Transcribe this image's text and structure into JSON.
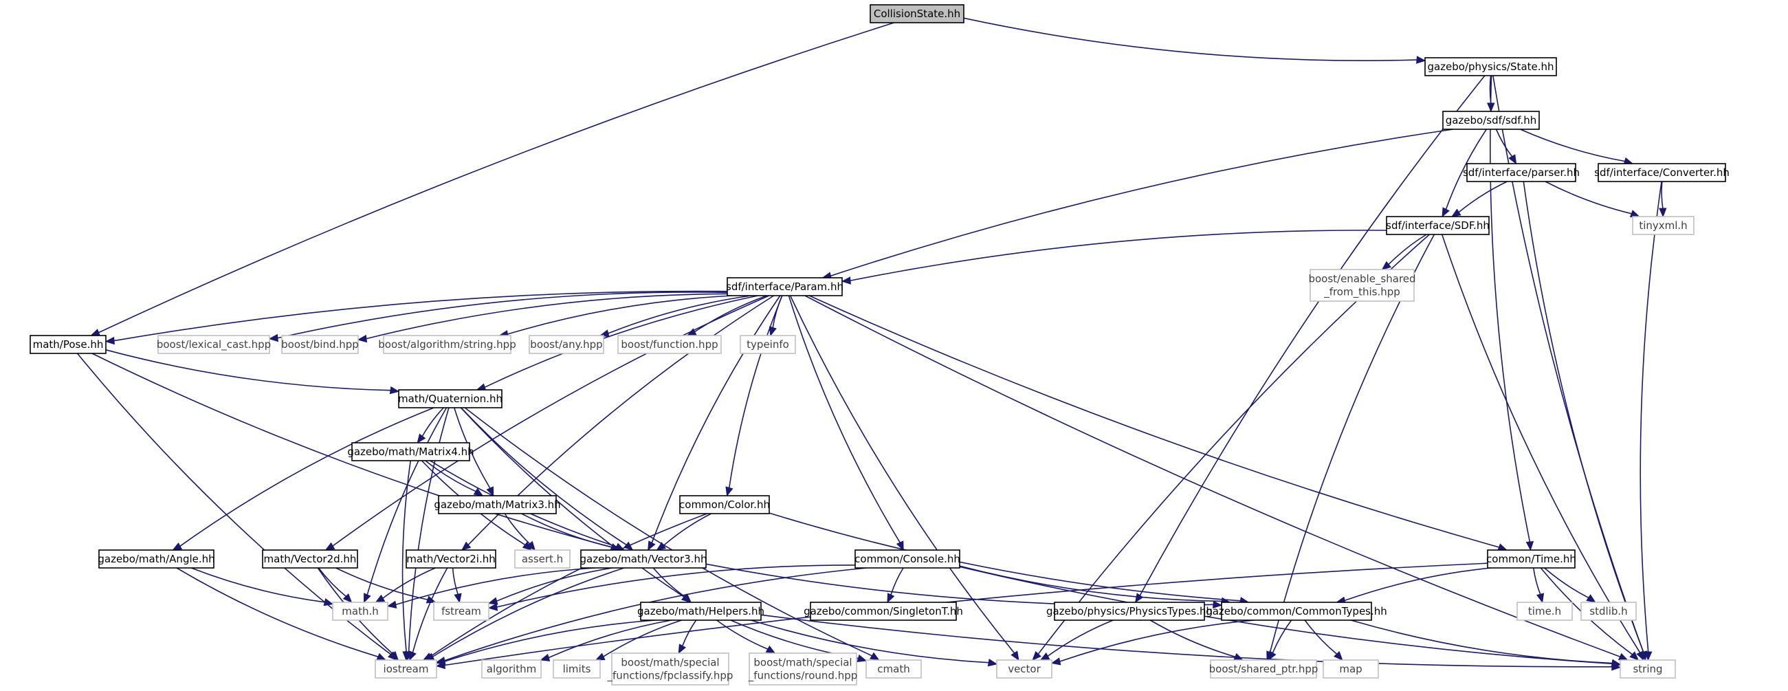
{
  "nodes": [
    {
      "id": "collisionstate",
      "label": [
        "CollisionState.hh"
      ],
      "kind": "root"
    },
    {
      "id": "physics-state",
      "label": [
        "gazebo/physics/State.hh"
      ],
      "kind": "solid"
    },
    {
      "id": "sdf-sdf",
      "label": [
        "gazebo/sdf/sdf.hh"
      ],
      "kind": "solid"
    },
    {
      "id": "parser",
      "label": [
        "sdf/interface/parser.hh"
      ],
      "kind": "solid"
    },
    {
      "id": "converter",
      "label": [
        "sdf/interface/Converter.hh"
      ],
      "kind": "solid"
    },
    {
      "id": "tinyxml",
      "label": [
        "tinyxml.h"
      ],
      "kind": "ext"
    },
    {
      "id": "sdf-iface",
      "label": [
        "sdf/interface/SDF.hh"
      ],
      "kind": "solid"
    },
    {
      "id": "enable-shared",
      "label": [
        "boost/enable_shared",
        "_from_this.hpp"
      ],
      "kind": "ext"
    },
    {
      "id": "param",
      "label": [
        "sdf/interface/Param.hh"
      ],
      "kind": "solid"
    },
    {
      "id": "pose",
      "label": [
        "math/Pose.hh"
      ],
      "kind": "solid"
    },
    {
      "id": "lexical-cast",
      "label": [
        "boost/lexical_cast.hpp"
      ],
      "kind": "ext"
    },
    {
      "id": "boost-bind",
      "label": [
        "boost/bind.hpp"
      ],
      "kind": "ext"
    },
    {
      "id": "algo-string",
      "label": [
        "boost/algorithm/string.hpp"
      ],
      "kind": "ext"
    },
    {
      "id": "boost-any",
      "label": [
        "boost/any.hpp"
      ],
      "kind": "ext"
    },
    {
      "id": "boost-function",
      "label": [
        "boost/function.hpp"
      ],
      "kind": "ext"
    },
    {
      "id": "typeinfo",
      "label": [
        "typeinfo"
      ],
      "kind": "ext"
    },
    {
      "id": "quaternion",
      "label": [
        "math/Quaternion.hh"
      ],
      "kind": "solid"
    },
    {
      "id": "matrix4",
      "label": [
        "gazebo/math/Matrix4.hh"
      ],
      "kind": "solid"
    },
    {
      "id": "matrix3",
      "label": [
        "gazebo/math/Matrix3.hh"
      ],
      "kind": "solid"
    },
    {
      "id": "color",
      "label": [
        "common/Color.hh"
      ],
      "kind": "solid"
    },
    {
      "id": "angle",
      "label": [
        "gazebo/math/Angle.hh"
      ],
      "kind": "solid"
    },
    {
      "id": "vector2d",
      "label": [
        "math/Vector2d.hh"
      ],
      "kind": "solid"
    },
    {
      "id": "vector2i",
      "label": [
        "math/Vector2i.hh"
      ],
      "kind": "solid"
    },
    {
      "id": "assert",
      "label": [
        "assert.h"
      ],
      "kind": "ext"
    },
    {
      "id": "vector3",
      "label": [
        "gazebo/math/Vector3.hh"
      ],
      "kind": "solid"
    },
    {
      "id": "console",
      "label": [
        "common/Console.hh"
      ],
      "kind": "solid"
    },
    {
      "id": "time",
      "label": [
        "common/Time.hh"
      ],
      "kind": "solid"
    },
    {
      "id": "math-h",
      "label": [
        "math.h"
      ],
      "kind": "ext"
    },
    {
      "id": "fstream",
      "label": [
        "fstream"
      ],
      "kind": "ext"
    },
    {
      "id": "singleton",
      "label": [
        "gazebo/common/SingletonT.hh"
      ],
      "kind": "solid"
    },
    {
      "id": "physicstypes",
      "label": [
        "gazebo/physics/PhysicsTypes.hh"
      ],
      "kind": "solid"
    },
    {
      "id": "commontypes",
      "label": [
        "gazebo/common/CommonTypes.hh"
      ],
      "kind": "solid"
    },
    {
      "id": "time-h",
      "label": [
        "time.h"
      ],
      "kind": "ext"
    },
    {
      "id": "stdlib",
      "label": [
        "stdlib.h"
      ],
      "kind": "ext"
    },
    {
      "id": "helpers",
      "label": [
        "gazebo/math/Helpers.hh"
      ],
      "kind": "solid"
    },
    {
      "id": "iostream",
      "label": [
        "iostream"
      ],
      "kind": "ext"
    },
    {
      "id": "algorithm",
      "label": [
        "algorithm"
      ],
      "kind": "ext"
    },
    {
      "id": "limits",
      "label": [
        "limits"
      ],
      "kind": "ext"
    },
    {
      "id": "fpclassify",
      "label": [
        "boost/math/special",
        "_functions/fpclassify.hpp"
      ],
      "kind": "ext"
    },
    {
      "id": "round",
      "label": [
        "boost/math/special",
        "_functions/round.hpp"
      ],
      "kind": "ext"
    },
    {
      "id": "cmath",
      "label": [
        "cmath"
      ],
      "kind": "ext"
    },
    {
      "id": "vector",
      "label": [
        "vector"
      ],
      "kind": "ext"
    },
    {
      "id": "shared-ptr",
      "label": [
        "boost/shared_ptr.hpp"
      ],
      "kind": "ext"
    },
    {
      "id": "map",
      "label": [
        "map"
      ],
      "kind": "ext"
    },
    {
      "id": "string",
      "label": [
        "string"
      ],
      "kind": "ext"
    }
  ],
  "edges": [
    [
      "collisionstate",
      "physics-state"
    ],
    [
      "collisionstate",
      "pose"
    ],
    [
      "physics-state",
      "sdf-sdf"
    ],
    [
      "physics-state",
      "physicstypes"
    ],
    [
      "physics-state",
      "time"
    ],
    [
      "physics-state",
      "string"
    ],
    [
      "sdf-sdf",
      "parser"
    ],
    [
      "sdf-sdf",
      "converter"
    ],
    [
      "sdf-sdf",
      "sdf-iface"
    ],
    [
      "sdf-sdf",
      "param"
    ],
    [
      "parser",
      "sdf-iface"
    ],
    [
      "parser",
      "tinyxml"
    ],
    [
      "parser",
      "string"
    ],
    [
      "converter",
      "tinyxml"
    ],
    [
      "converter",
      "string"
    ],
    [
      "sdf-iface",
      "param"
    ],
    [
      "sdf-iface",
      "enable-shared"
    ],
    [
      "sdf-iface",
      "vector"
    ],
    [
      "sdf-iface",
      "shared-ptr"
    ],
    [
      "sdf-iface",
      "string"
    ],
    [
      "param",
      "pose"
    ],
    [
      "param",
      "lexical-cast"
    ],
    [
      "param",
      "boost-bind"
    ],
    [
      "param",
      "algo-string"
    ],
    [
      "param",
      "boost-any"
    ],
    [
      "param",
      "boost-function"
    ],
    [
      "param",
      "typeinfo"
    ],
    [
      "param",
      "quaternion"
    ],
    [
      "param",
      "vector3"
    ],
    [
      "param",
      "vector2d"
    ],
    [
      "param",
      "vector2i"
    ],
    [
      "param",
      "color"
    ],
    [
      "param",
      "console"
    ],
    [
      "param",
      "time"
    ],
    [
      "param",
      "vector"
    ],
    [
      "param",
      "string"
    ],
    [
      "pose",
      "quaternion"
    ],
    [
      "pose",
      "vector3"
    ],
    [
      "pose",
      "iostream"
    ],
    [
      "quaternion",
      "matrix4"
    ],
    [
      "quaternion",
      "matrix3"
    ],
    [
      "quaternion",
      "angle"
    ],
    [
      "quaternion",
      "vector3"
    ],
    [
      "quaternion",
      "math-h"
    ],
    [
      "quaternion",
      "helpers"
    ],
    [
      "quaternion",
      "iostream"
    ],
    [
      "quaternion",
      "cmath"
    ],
    [
      "matrix4",
      "matrix3"
    ],
    [
      "matrix4",
      "vector3"
    ],
    [
      "matrix4",
      "assert"
    ],
    [
      "matrix4",
      "iostream"
    ],
    [
      "matrix3",
      "vector3"
    ],
    [
      "matrix3",
      "assert"
    ],
    [
      "color",
      "vector3"
    ],
    [
      "color",
      "commontypes"
    ],
    [
      "color",
      "iostream"
    ],
    [
      "angle",
      "math-h"
    ],
    [
      "angle",
      "iostream"
    ],
    [
      "vector2d",
      "math-h"
    ],
    [
      "vector2d",
      "iostream"
    ],
    [
      "vector2d",
      "fstream"
    ],
    [
      "vector2i",
      "math-h"
    ],
    [
      "vector2i",
      "iostream"
    ],
    [
      "vector2i",
      "fstream"
    ],
    [
      "vector3",
      "helpers"
    ],
    [
      "vector3",
      "math-h"
    ],
    [
      "vector3",
      "fstream"
    ],
    [
      "vector3",
      "iostream"
    ],
    [
      "vector3",
      "commontypes"
    ],
    [
      "console",
      "singleton"
    ],
    [
      "console",
      "commontypes"
    ],
    [
      "console",
      "iostream"
    ],
    [
      "console",
      "fstream"
    ],
    [
      "console",
      "string"
    ],
    [
      "time",
      "commontypes"
    ],
    [
      "time",
      "time-h"
    ],
    [
      "time",
      "stdlib"
    ],
    [
      "time",
      "string"
    ],
    [
      "time",
      "iostream"
    ],
    [
      "physicstypes",
      "vector"
    ],
    [
      "physicstypes",
      "shared-ptr"
    ],
    [
      "commontypes",
      "vector"
    ],
    [
      "commontypes",
      "shared-ptr"
    ],
    [
      "commontypes",
      "map"
    ],
    [
      "commontypes",
      "string"
    ],
    [
      "helpers",
      "iostream"
    ],
    [
      "helpers",
      "algorithm"
    ],
    [
      "helpers",
      "limits"
    ],
    [
      "helpers",
      "fpclassify"
    ],
    [
      "helpers",
      "round"
    ],
    [
      "helpers",
      "cmath"
    ],
    [
      "helpers",
      "vector"
    ],
    [
      "helpers",
      "string"
    ]
  ]
}
